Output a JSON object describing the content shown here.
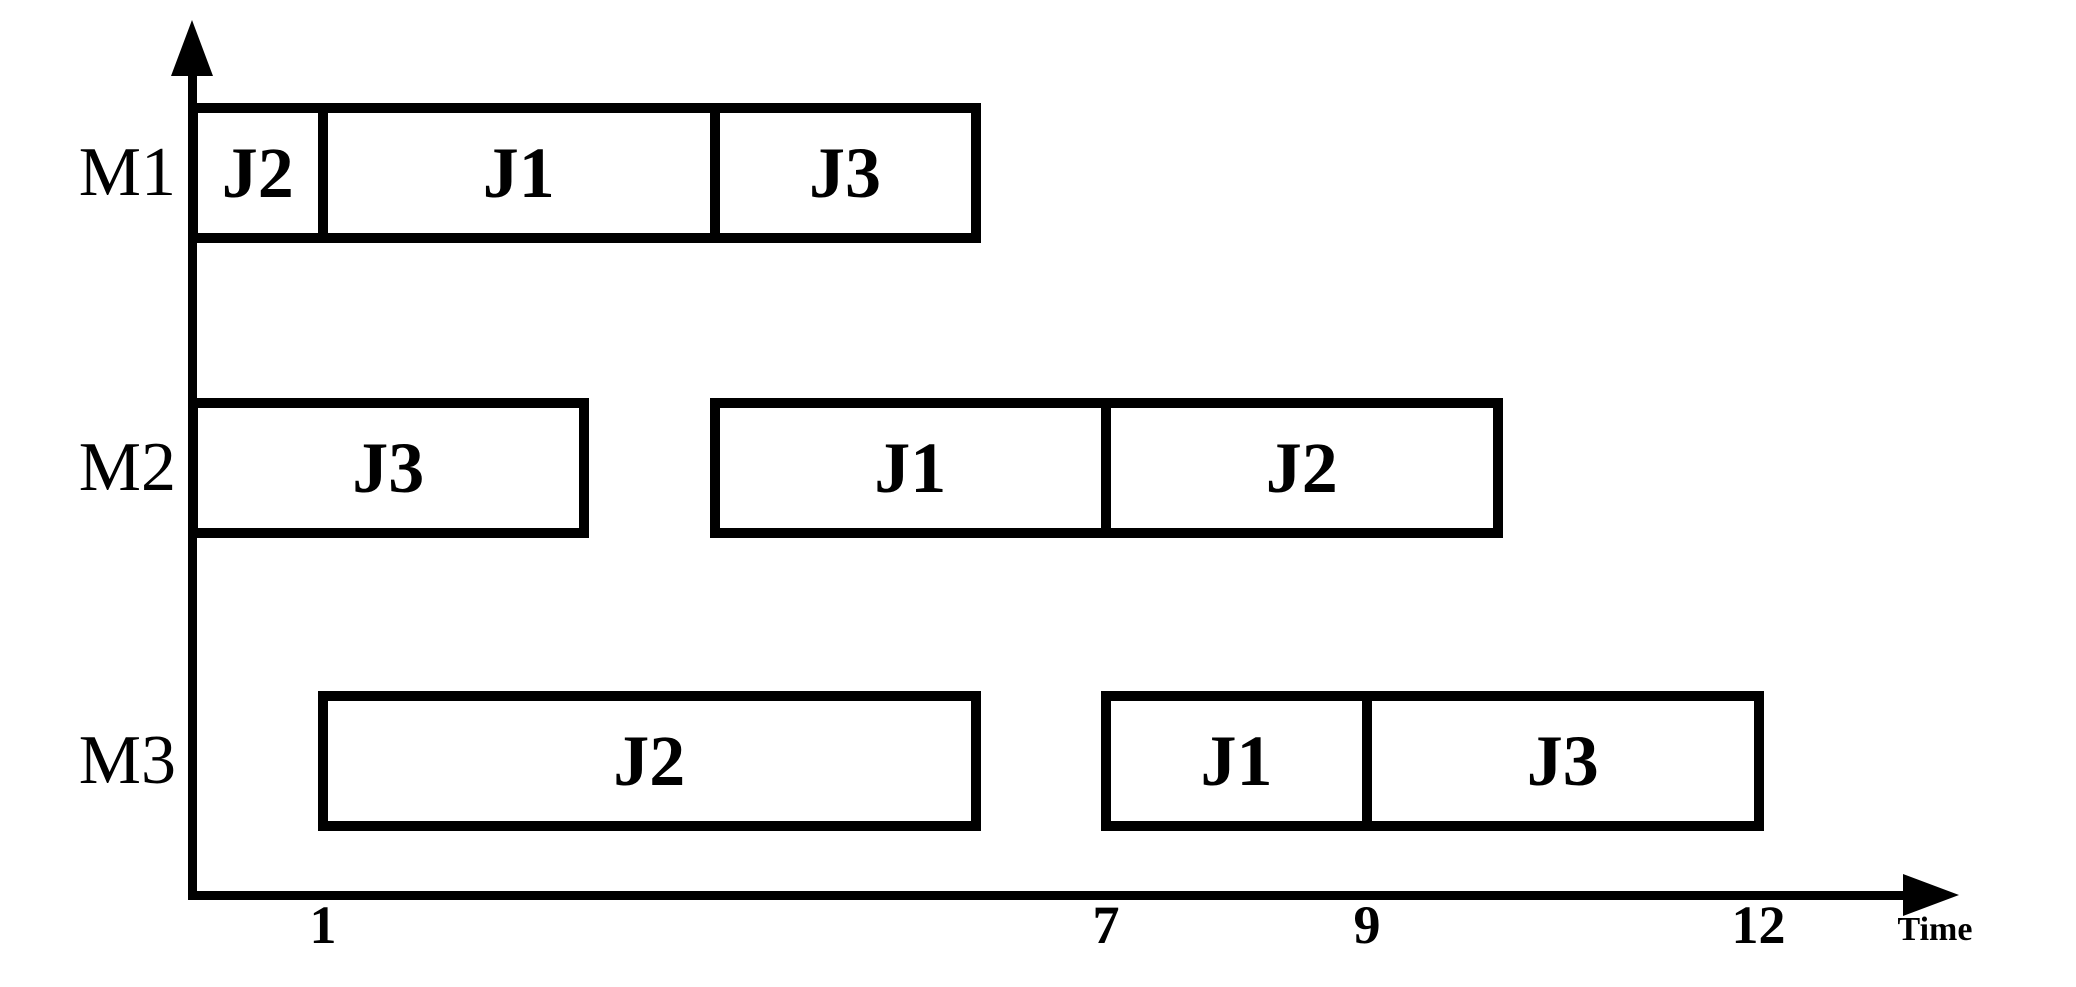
{
  "chart_data": {
    "type": "gantt",
    "xlabel": "Time",
    "x_ticks": [
      1,
      7,
      9,
      12
    ],
    "x_range": [
      0,
      13
    ],
    "grid": false,
    "legend": false,
    "machines": [
      {
        "label": "M1",
        "segments": [
          {
            "job": "J2",
            "start": 0,
            "end": 1
          },
          {
            "job": "J1",
            "start": 1,
            "end": 4
          },
          {
            "job": "J3",
            "start": 4,
            "end": 6
          }
        ]
      },
      {
        "label": "M2",
        "segments": [
          {
            "job": "J3",
            "start": 0,
            "end": 3
          },
          {
            "job": "J1",
            "start": 4,
            "end": 7
          },
          {
            "job": "J2",
            "start": 7,
            "end": 10
          }
        ]
      },
      {
        "label": "M3",
        "segments": [
          {
            "job": "J2",
            "start": 1,
            "end": 6
          },
          {
            "job": "J1",
            "start": 7,
            "end": 9
          },
          {
            "job": "J3",
            "start": 9,
            "end": 12
          }
        ]
      }
    ],
    "colors": {
      "foreground": "#000000",
      "background": "#ffffff"
    }
  }
}
